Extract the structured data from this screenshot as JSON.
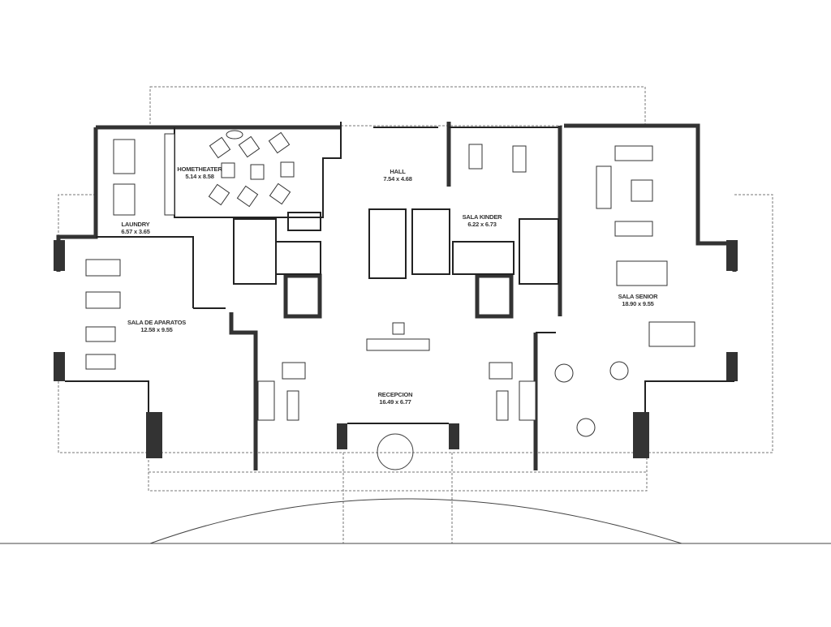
{
  "plan": {
    "rooms": [
      {
        "name": "LAUNDRY",
        "size": "6.57 x 3.65"
      },
      {
        "name": "HOMETHEATER",
        "size": "5.14 x 8.58"
      },
      {
        "name": "HALL",
        "size": "7.54 x 4.68"
      },
      {
        "name": "SALA KINDER",
        "size": "6.22 x 6.73"
      },
      {
        "name": "SALA DE APARATOS",
        "size": "12.58 x 9.55"
      },
      {
        "name": "RECEPCION",
        "size": "16.49 x 6.77"
      },
      {
        "name": "SALA SENIOR",
        "size": "18.90 x 9.55"
      }
    ],
    "colors": {
      "wall": "#222222",
      "dashed": "#777777",
      "background": "#ffffff"
    }
  }
}
